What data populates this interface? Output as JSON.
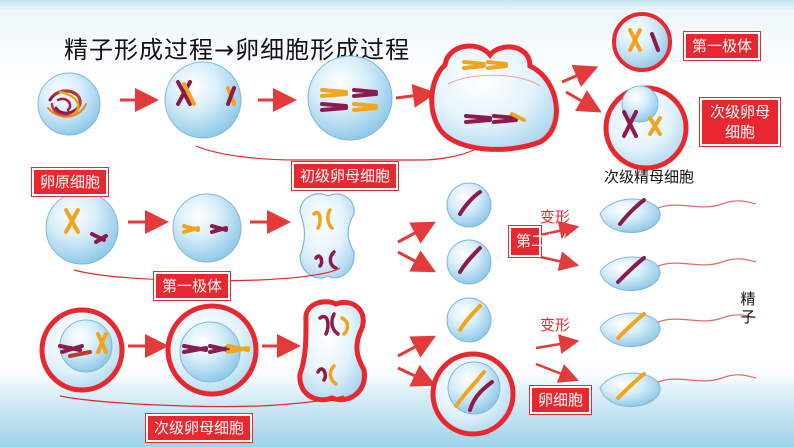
{
  "title": "精子形成过程→卵细胞形成过程",
  "labels": {
    "first_polar_body_top": "第一极体",
    "secondary_oocyte_top": "次级卵母细胞",
    "secondary_spermatocyte": "次级精母细胞",
    "oogonium": "卵原细胞",
    "primary_oocyte": "初级卵母细胞",
    "first_polar_body_mid": "第一极体",
    "second_polar_body": "第二极体",
    "transform_top": "变形",
    "transform_bottom": "变形",
    "sperm": "精子",
    "egg_cell": "卵细胞",
    "secondary_oocyte_bottom": "次级卵母细胞"
  },
  "colors": {
    "accent_red": "#e8282e",
    "cell_fill": "#bfe1f3",
    "chromosome_orange": "#f2a51c",
    "chromosome_purple": "#8b1a4d",
    "arrow_red": "#e33b3b"
  }
}
